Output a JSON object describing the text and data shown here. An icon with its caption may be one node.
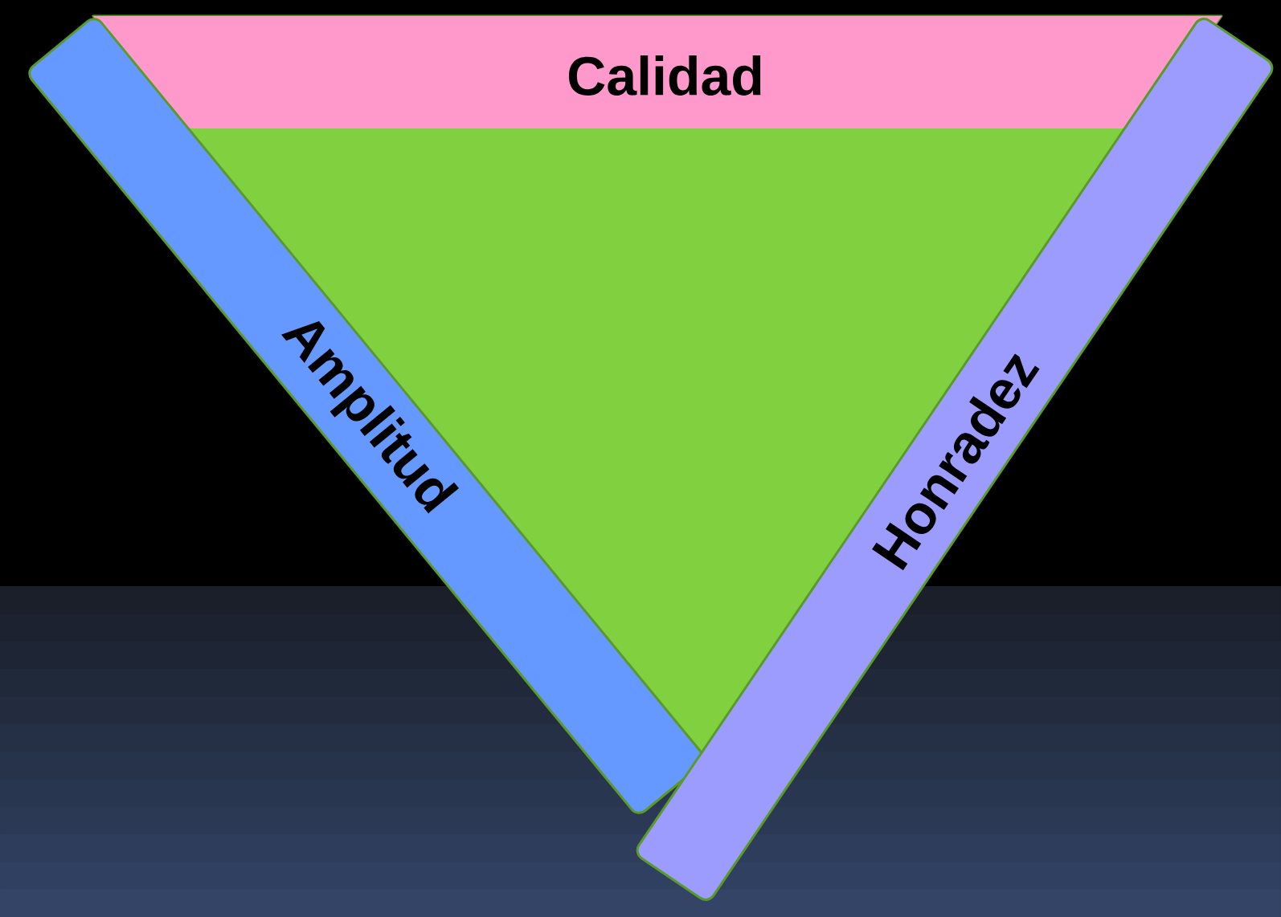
{
  "diagram": {
    "nodes": [
      {
        "text": [],
        "shape": "triangle"
      },
      {
        "text": [
          "Calidad"
        ],
        "in": 0
      },
      {
        "text": [
          "Amplitud"
        ]
      },
      {
        "text": [
          "Honradez"
        ]
      }
    ]
  }
}
